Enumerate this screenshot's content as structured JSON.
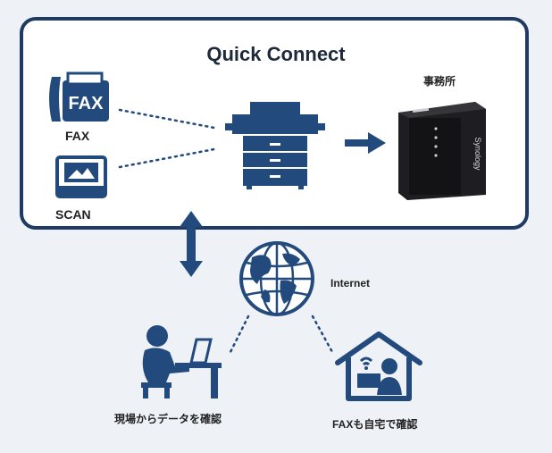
{
  "title": "Quick Connect",
  "labels": {
    "fax": "FAX",
    "scan": "SCAN",
    "office": "事務所",
    "internet": "Internet",
    "field": "現場からデータを確認",
    "home": "FAXも自宅で確認",
    "fax_icon_text": "FAX",
    "nas_brand": "Synology"
  },
  "colors": {
    "navy": "#1f3b63",
    "icon_blue": "#234a7d",
    "background": "#eef1f6"
  },
  "icons": [
    "fax-icon",
    "scanner-icon",
    "multifunction-printer-icon",
    "nas-device-icon",
    "globe-icon",
    "person-at-desk-icon",
    "house-with-person-icon"
  ]
}
